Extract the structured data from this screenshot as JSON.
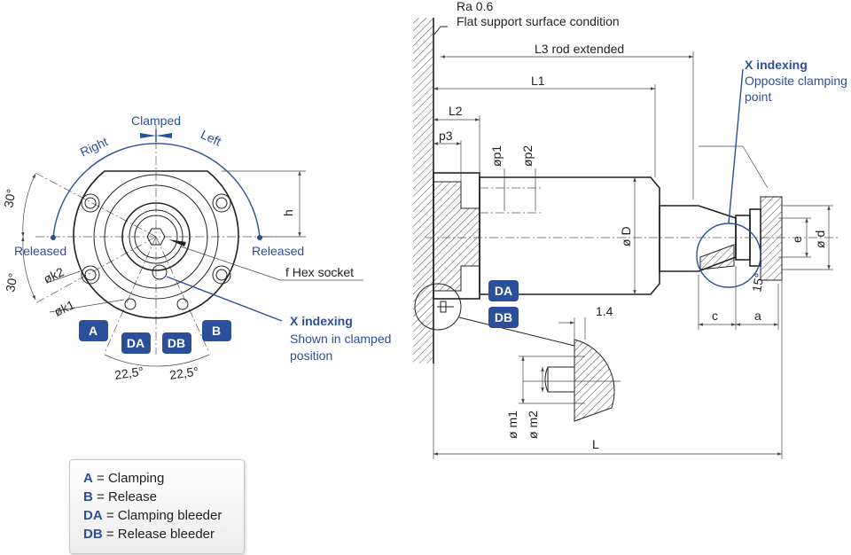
{
  "labels": {
    "clamped": "Clamped",
    "right": "Right",
    "left": "Left",
    "released_left": "Released",
    "released_right": "Released",
    "angle_30_top": "30°",
    "angle_30_bottom": "30°",
    "h": "h",
    "hex_socket": "f  Hex socket",
    "k2": "øk2",
    "k1": "øk1",
    "angle_22_5_left": "22,5°",
    "angle_22_5_right": "22,5°",
    "x_indexing_left_title": "X indexing",
    "x_indexing_left_line1": "Shown in clamped",
    "x_indexing_left_line2": "position",
    "ra": "Ra 0.6",
    "flat_support": "Flat support surface condition",
    "l3": "L3 rod extended",
    "l1": "L1",
    "l2": "L2",
    "p3": "p3",
    "p1": "øp1",
    "p2": "øp2",
    "D": "ø D",
    "x_indexing_right_title": "X indexing",
    "x_indexing_right_line1": "Opposite clamping",
    "x_indexing_right_line2": "point",
    "e": "e",
    "d": "ø d",
    "angle_15": "15°",
    "dim_1_4": "1.4",
    "c": "c",
    "a": "a",
    "m1": "ø m1",
    "m2": "ø m2",
    "L": "L"
  },
  "tags": {
    "A": "A",
    "B": "B",
    "DA_left": "DA",
    "DB_left": "DB",
    "DA_right": "DA",
    "DB_right": "DB"
  },
  "legend": {
    "items": [
      {
        "key": "A",
        "text": " = Clamping"
      },
      {
        "key": "B",
        "text": " = Release"
      },
      {
        "key": "DA",
        "text": " = Clamping bleeder"
      },
      {
        "key": "DB",
        "text": " = Release bleeder"
      }
    ]
  },
  "colors": {
    "accent": "#2b4f9a",
    "tag_bg": "#2b4f9a",
    "line": "#222222"
  }
}
